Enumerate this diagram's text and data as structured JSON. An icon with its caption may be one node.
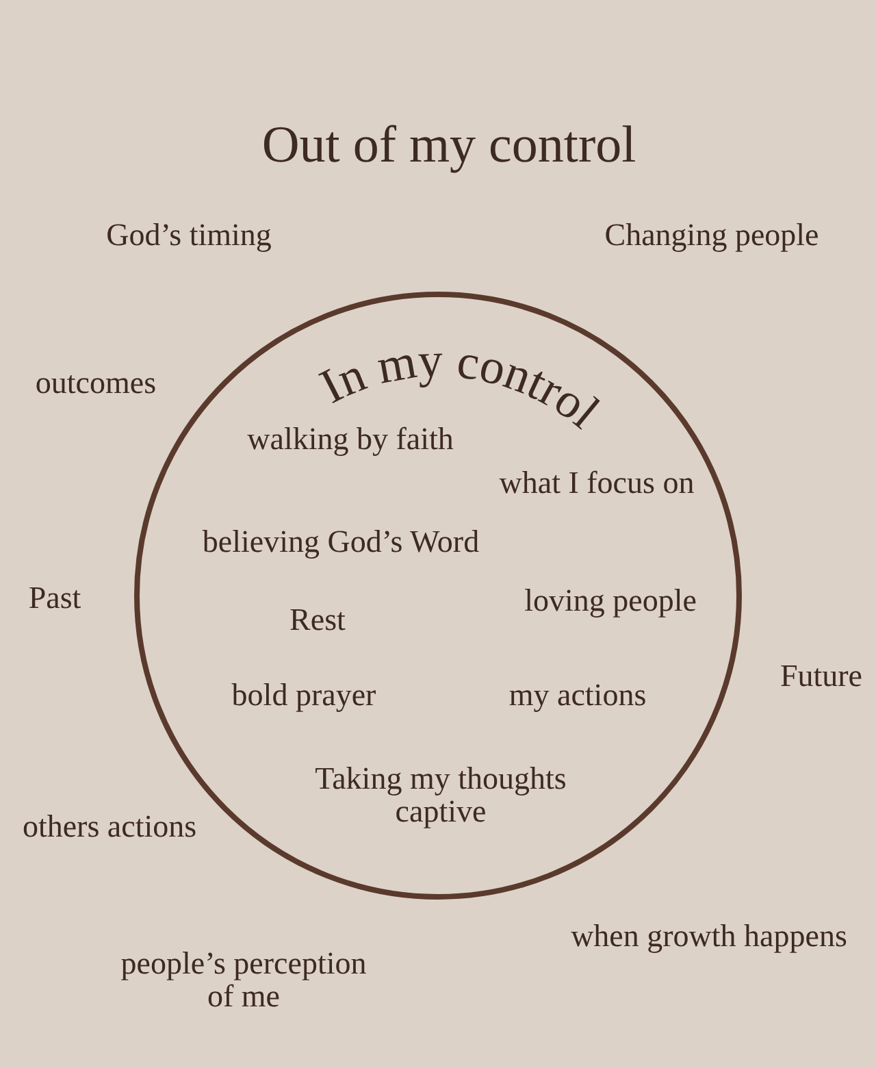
{
  "diagram": {
    "title": "Out of my control",
    "nodes": [
      {
        "text": [
          "In my control",
          "walking by faith",
          "what I focus on",
          "believing God’s Word",
          "loving people",
          "Rest",
          "bold prayer",
          "my actions",
          "Taking my thoughts captive"
        ]
      }
    ],
    "labels": [
      "God’s timing",
      "Changing people",
      "outcomes",
      "Past",
      "Future",
      "others actions",
      "when growth happens",
      "people’s perception of me"
    ]
  }
}
